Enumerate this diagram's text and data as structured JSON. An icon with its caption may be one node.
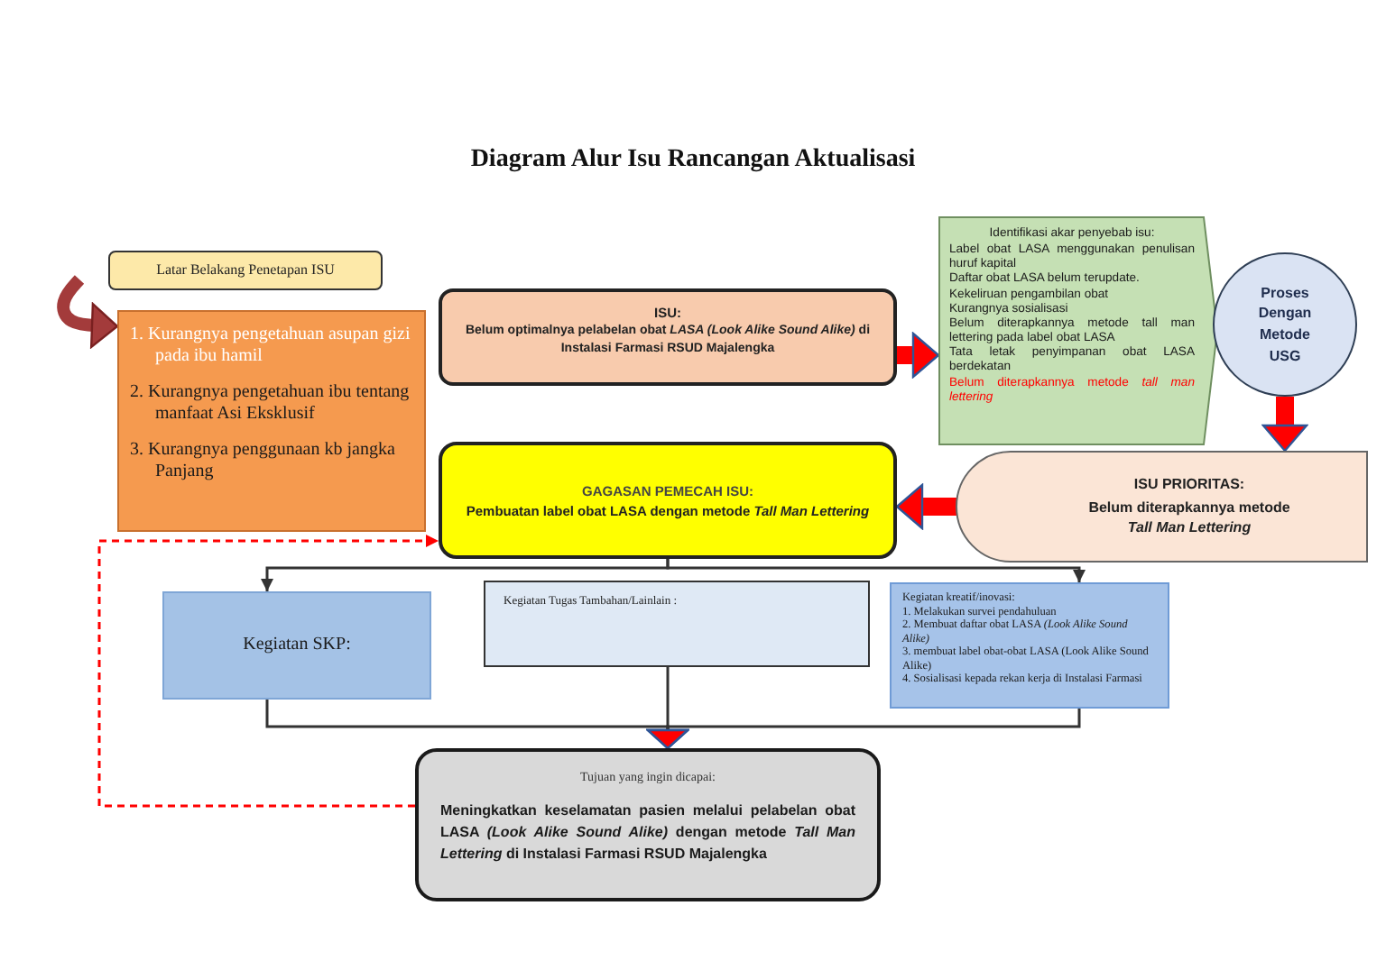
{
  "diagram": {
    "title": "Diagram Alur Isu Rancangan Aktualisasi",
    "nodes": [
      {
        "text": [
          "Latar Belakang Penetapan ISU"
        ]
      },
      {
        "text": [
          "1. Kurangnya pengetahuan asupan gizi pada ibu hamil",
          "2. Kurangnya pengetahuan ibu tentang manfaat Asi Eksklusif",
          "3. Kurangnya penggunaan kb jangka Panjang"
        ]
      },
      {
        "text": [
          "ISU:",
          "Belum optimalnya pelabelan obat *LASA (Look Alike Sound Alike)* di Instalasi Farmasi RSUD Majalengka"
        ]
      },
      {
        "text": [
          "Identifikasi akar penyebab isu:",
          "Label obat LASA menggunakan penulisan huruf kapital",
          "Daftar obat LASA belum terupdate.",
          "Kekeliruan pengambilan obat",
          "Kurangnya sosialisasi",
          "Belum diterapkannya metode tall man lettering pada label obat LASA",
          "Tata letak penyimpanan obat LASA berdekatan",
          "Belum diterapkannya metode *tall man lettering*"
        ]
      },
      {
        "text": [
          "Proses Dengan Metode USG"
        ]
      },
      {
        "text": [
          "ISU PRIORITAS:",
          "Belum diterapkannya metode *Tall Man Lettering*"
        ]
      },
      {
        "text": [
          "GAGASAN PEMECAH ISU:",
          "Pembuatan label obat LASA dengan metode *Tall Man Lettering*"
        ]
      },
      {
        "text": [
          "Kegiatan SKP:"
        ]
      },
      {
        "text": [
          "Kegiatan Tugas Tambahan/Lainlain :"
        ]
      },
      {
        "text": [
          "Kegiatan kreatif/inovasi:",
          "1. Melakukan survei pendahuluan",
          "2. Membuat daftar obat LASA *(Look Alike Sound Alike)*",
          "3. membuat label obat-obat LASA (Look Alike Sound Alike)",
          "4. Sosialisasi kepada rekan kerja di Instalasi Farmasi"
        ]
      },
      {
        "text": [
          "Tujuan yang ingin dicapai:",
          "Meningkatkan keselamatan pasien melalui pelabelan obat LASA *(Look Alike Sound Alike)* dengan metode *Tall Man Lettering* di Instalasi Farmasi RSUD Majalengka"
        ]
      }
    ],
    "edges": [
      {
        "from": null,
        "to": 1,
        "arrow": "to",
        "style": "thick",
        "color": "#a33b3b"
      },
      {
        "from": 2,
        "to": 3,
        "arrow": "to",
        "style": "thick",
        "color": "#ff0000"
      },
      {
        "from": 4,
        "to": 5,
        "arrow": "to",
        "style": "thick",
        "color": "#ff0000"
      },
      {
        "from": 5,
        "to": 6,
        "arrow": "to",
        "style": "thick",
        "color": "#ff0000"
      },
      {
        "from": 10,
        "to": 6,
        "arrow": "to",
        "style": "dashed",
        "color": "#ff0000"
      },
      {
        "from": 6,
        "to": 7,
        "arrow": "to"
      },
      {
        "from": 6,
        "to": 9,
        "arrow": "to"
      },
      {
        "from": 7,
        "to": 10,
        "arrow": "to"
      },
      {
        "from": 8,
        "to": 10,
        "arrow": "to"
      },
      {
        "from": 9,
        "to": 10,
        "arrow": "to"
      }
    ]
  }
}
